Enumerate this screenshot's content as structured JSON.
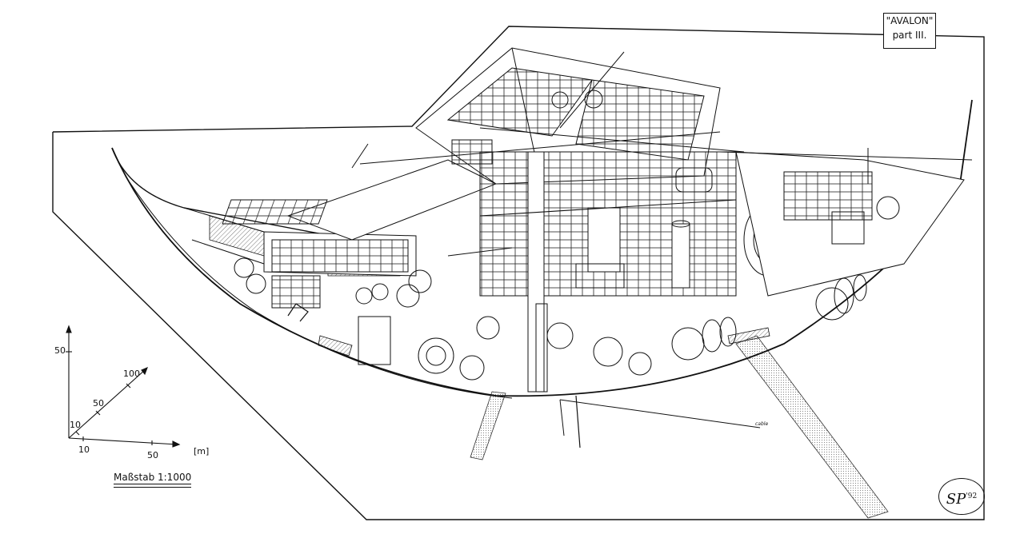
{
  "title_block": {
    "line1": "\"AVALON\"",
    "line2": "part III."
  },
  "scale_axes": {
    "vertical_label": "50",
    "diagonal_labels": [
      "100",
      "50",
      "10"
    ],
    "horizontal_labels": [
      "10",
      "50"
    ],
    "unit": "[m]"
  },
  "scale_title": "Maßstab 1:1000",
  "signature": {
    "initials": "SP",
    "year": "'92"
  },
  "annotation": "cable",
  "colors": {
    "ink": "#111111",
    "paper": "#ffffff",
    "hatch": "#9a9a9a"
  }
}
